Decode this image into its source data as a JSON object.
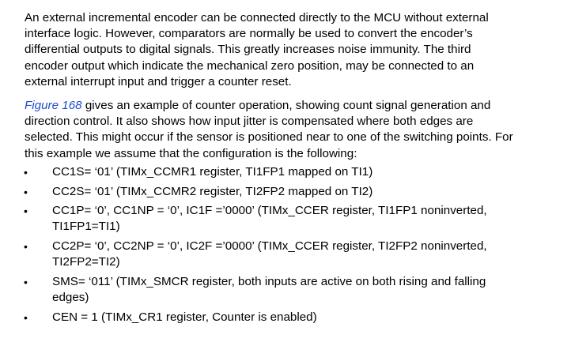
{
  "document": {
    "paragraph1": {
      "lines": [
        "An external incremental encoder can be connected directly to the MCU without external",
        "interface logic. However, comparators are normally be used to convert the encoder’s",
        "differential outputs to digital signals. This greatly increases noise immunity. The third",
        "encoder output which indicate the mechanical zero position, may be connected to an",
        "external interrupt input and trigger a counter reset."
      ]
    },
    "paragraph2": {
      "link_text": "Figure 168",
      "line1_rest": " gives an example of counter operation, showing count signal generation and",
      "lines": [
        "direction control. It also shows how input jitter is compensated where both edges are",
        "selected. This might occur if the sensor is positioned near to one of the switching points. For",
        "this example we assume that the configuration is the following:"
      ],
      "link_color": "#1f4ec9"
    },
    "bullet_symbol": "•",
    "bullets": [
      {
        "lines": [
          "CC1S= ‘01’ (TIMx_CCMR1 register, TI1FP1 mapped on TI1)"
        ]
      },
      {
        "lines": [
          "CC2S= ‘01’ (TIMx_CCMR2 register, TI2FP2 mapped on TI2)"
        ]
      },
      {
        "lines": [
          "CC1P= ‘0’, CC1NP = ‘0’, IC1F =’0000’ (TIMx_CCER register, TI1FP1 noninverted,",
          "TI1FP1=TI1)"
        ]
      },
      {
        "lines": [
          "CC2P= ‘0’, CC2NP = ‘0’, IC2F =’0000’ (TIMx_CCER register, TI2FP2 noninverted,",
          "TI2FP2=TI2)"
        ]
      },
      {
        "lines": [
          "SMS= ‘011’ (TIMx_SMCR register, both inputs are active on both rising and falling",
          "edges)"
        ]
      },
      {
        "lines": [
          "CEN = 1 (TIMx_CR1 register, Counter is enabled)"
        ]
      }
    ]
  }
}
